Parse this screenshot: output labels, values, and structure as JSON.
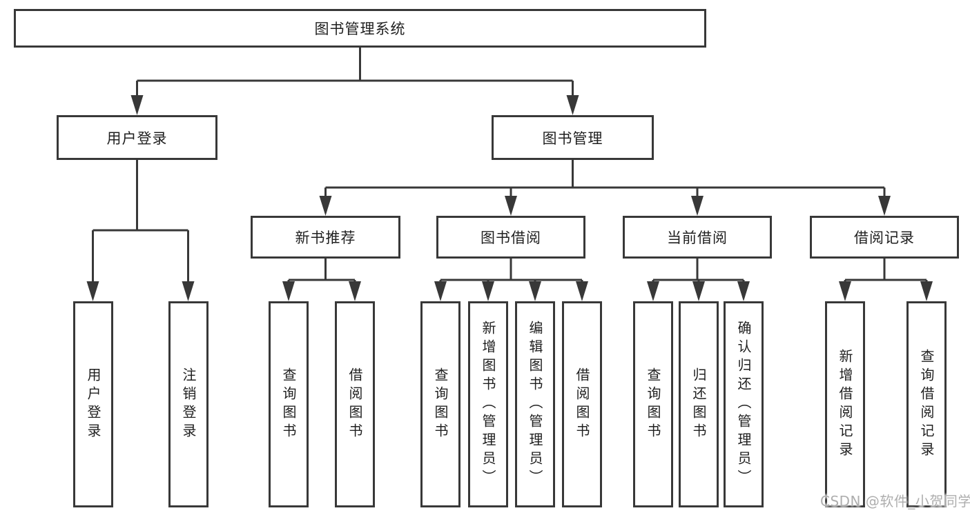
{
  "diagram": {
    "root": {
      "label": "图书管理系统"
    },
    "branches": [
      {
        "label": "用户登录",
        "children": [
          {
            "label": "用户登录"
          },
          {
            "label": "注销登录"
          }
        ]
      },
      {
        "label": "图书管理",
        "children": [
          {
            "label": "新书推荐",
            "children": [
              {
                "label": "查询图书"
              },
              {
                "label": "借阅图书"
              }
            ]
          },
          {
            "label": "图书借阅",
            "children": [
              {
                "label": "查询图书"
              },
              {
                "label": "新增图书（管理员）"
              },
              {
                "label": "编辑图书（管理员）"
              },
              {
                "label": "借阅图书"
              }
            ]
          },
          {
            "label": "当前借阅",
            "children": [
              {
                "label": "查询图书"
              },
              {
                "label": "归还图书"
              },
              {
                "label": "确认归还（管理员）"
              }
            ]
          },
          {
            "label": "借阅记录",
            "children": [
              {
                "label": "新增借阅记录"
              },
              {
                "label": "查询借阅记录"
              }
            ]
          }
        ]
      }
    ],
    "watermark": "CSDN @软件_小贺同学",
    "colors": {
      "line": "#383838",
      "box_border": "#383838",
      "text": "#1f1f1f",
      "watermark": "#aeaeae",
      "background": "#ffffff"
    }
  }
}
